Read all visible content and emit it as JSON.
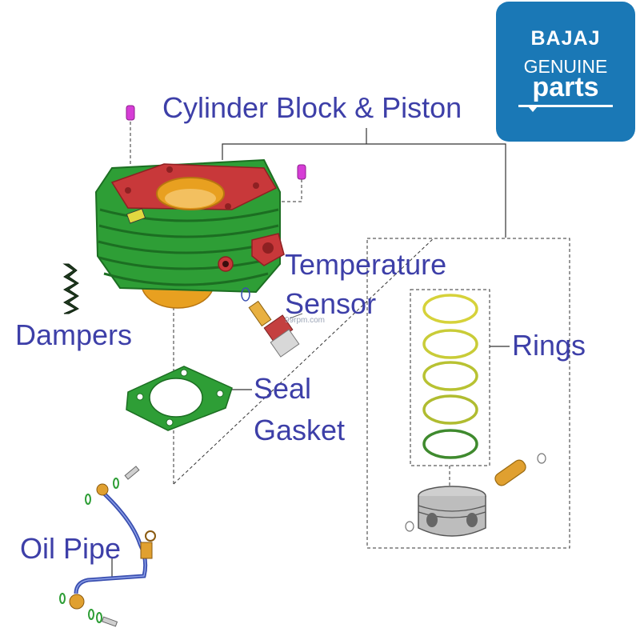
{
  "labels": {
    "cylinder_block": "Cylinder Block & Piston",
    "temperature": "Temperature",
    "sensor": "Sensor",
    "dampers": "Dampers",
    "rings": "Rings",
    "seal": "Seal",
    "gasket": "Gasket",
    "oil_pipe": "Oil Pipe"
  },
  "logo": {
    "brand": "BAJAJ",
    "genuine": "GENUINE",
    "parts": "parts"
  },
  "watermark": "99rpm.com",
  "colors": {
    "label_text": "#3d3fa8",
    "cylinder_green": "#2e9e36",
    "cylinder_dark": "#1c6e22",
    "flange_red": "#c8383a",
    "bore_gold": "#e8a020",
    "logo_blue": "#1a78b6",
    "pipe_blue": "#3a4fb0",
    "ring_yellow": "#d6d23a",
    "ring_green": "#3f8a2e",
    "bolt_magenta": "#d63dd6"
  }
}
